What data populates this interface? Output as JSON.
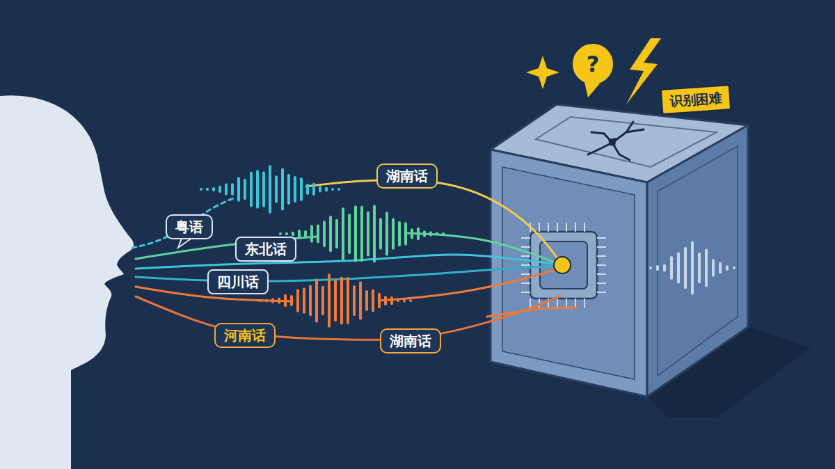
{
  "diagram": {
    "nodes": [
      {
        "text": [
          "?"
        ]
      },
      {
        "text": [
          "识别困难"
        ]
      },
      {
        "text": [
          "湖南话"
        ]
      },
      {
        "text": [
          "粤语"
        ]
      },
      {
        "text": [
          "东北话"
        ]
      },
      {
        "text": [
          "四川话"
        ]
      },
      {
        "text": [
          "河南话"
        ]
      },
      {
        "text": [
          "湖南话"
        ]
      }
    ]
  }
}
